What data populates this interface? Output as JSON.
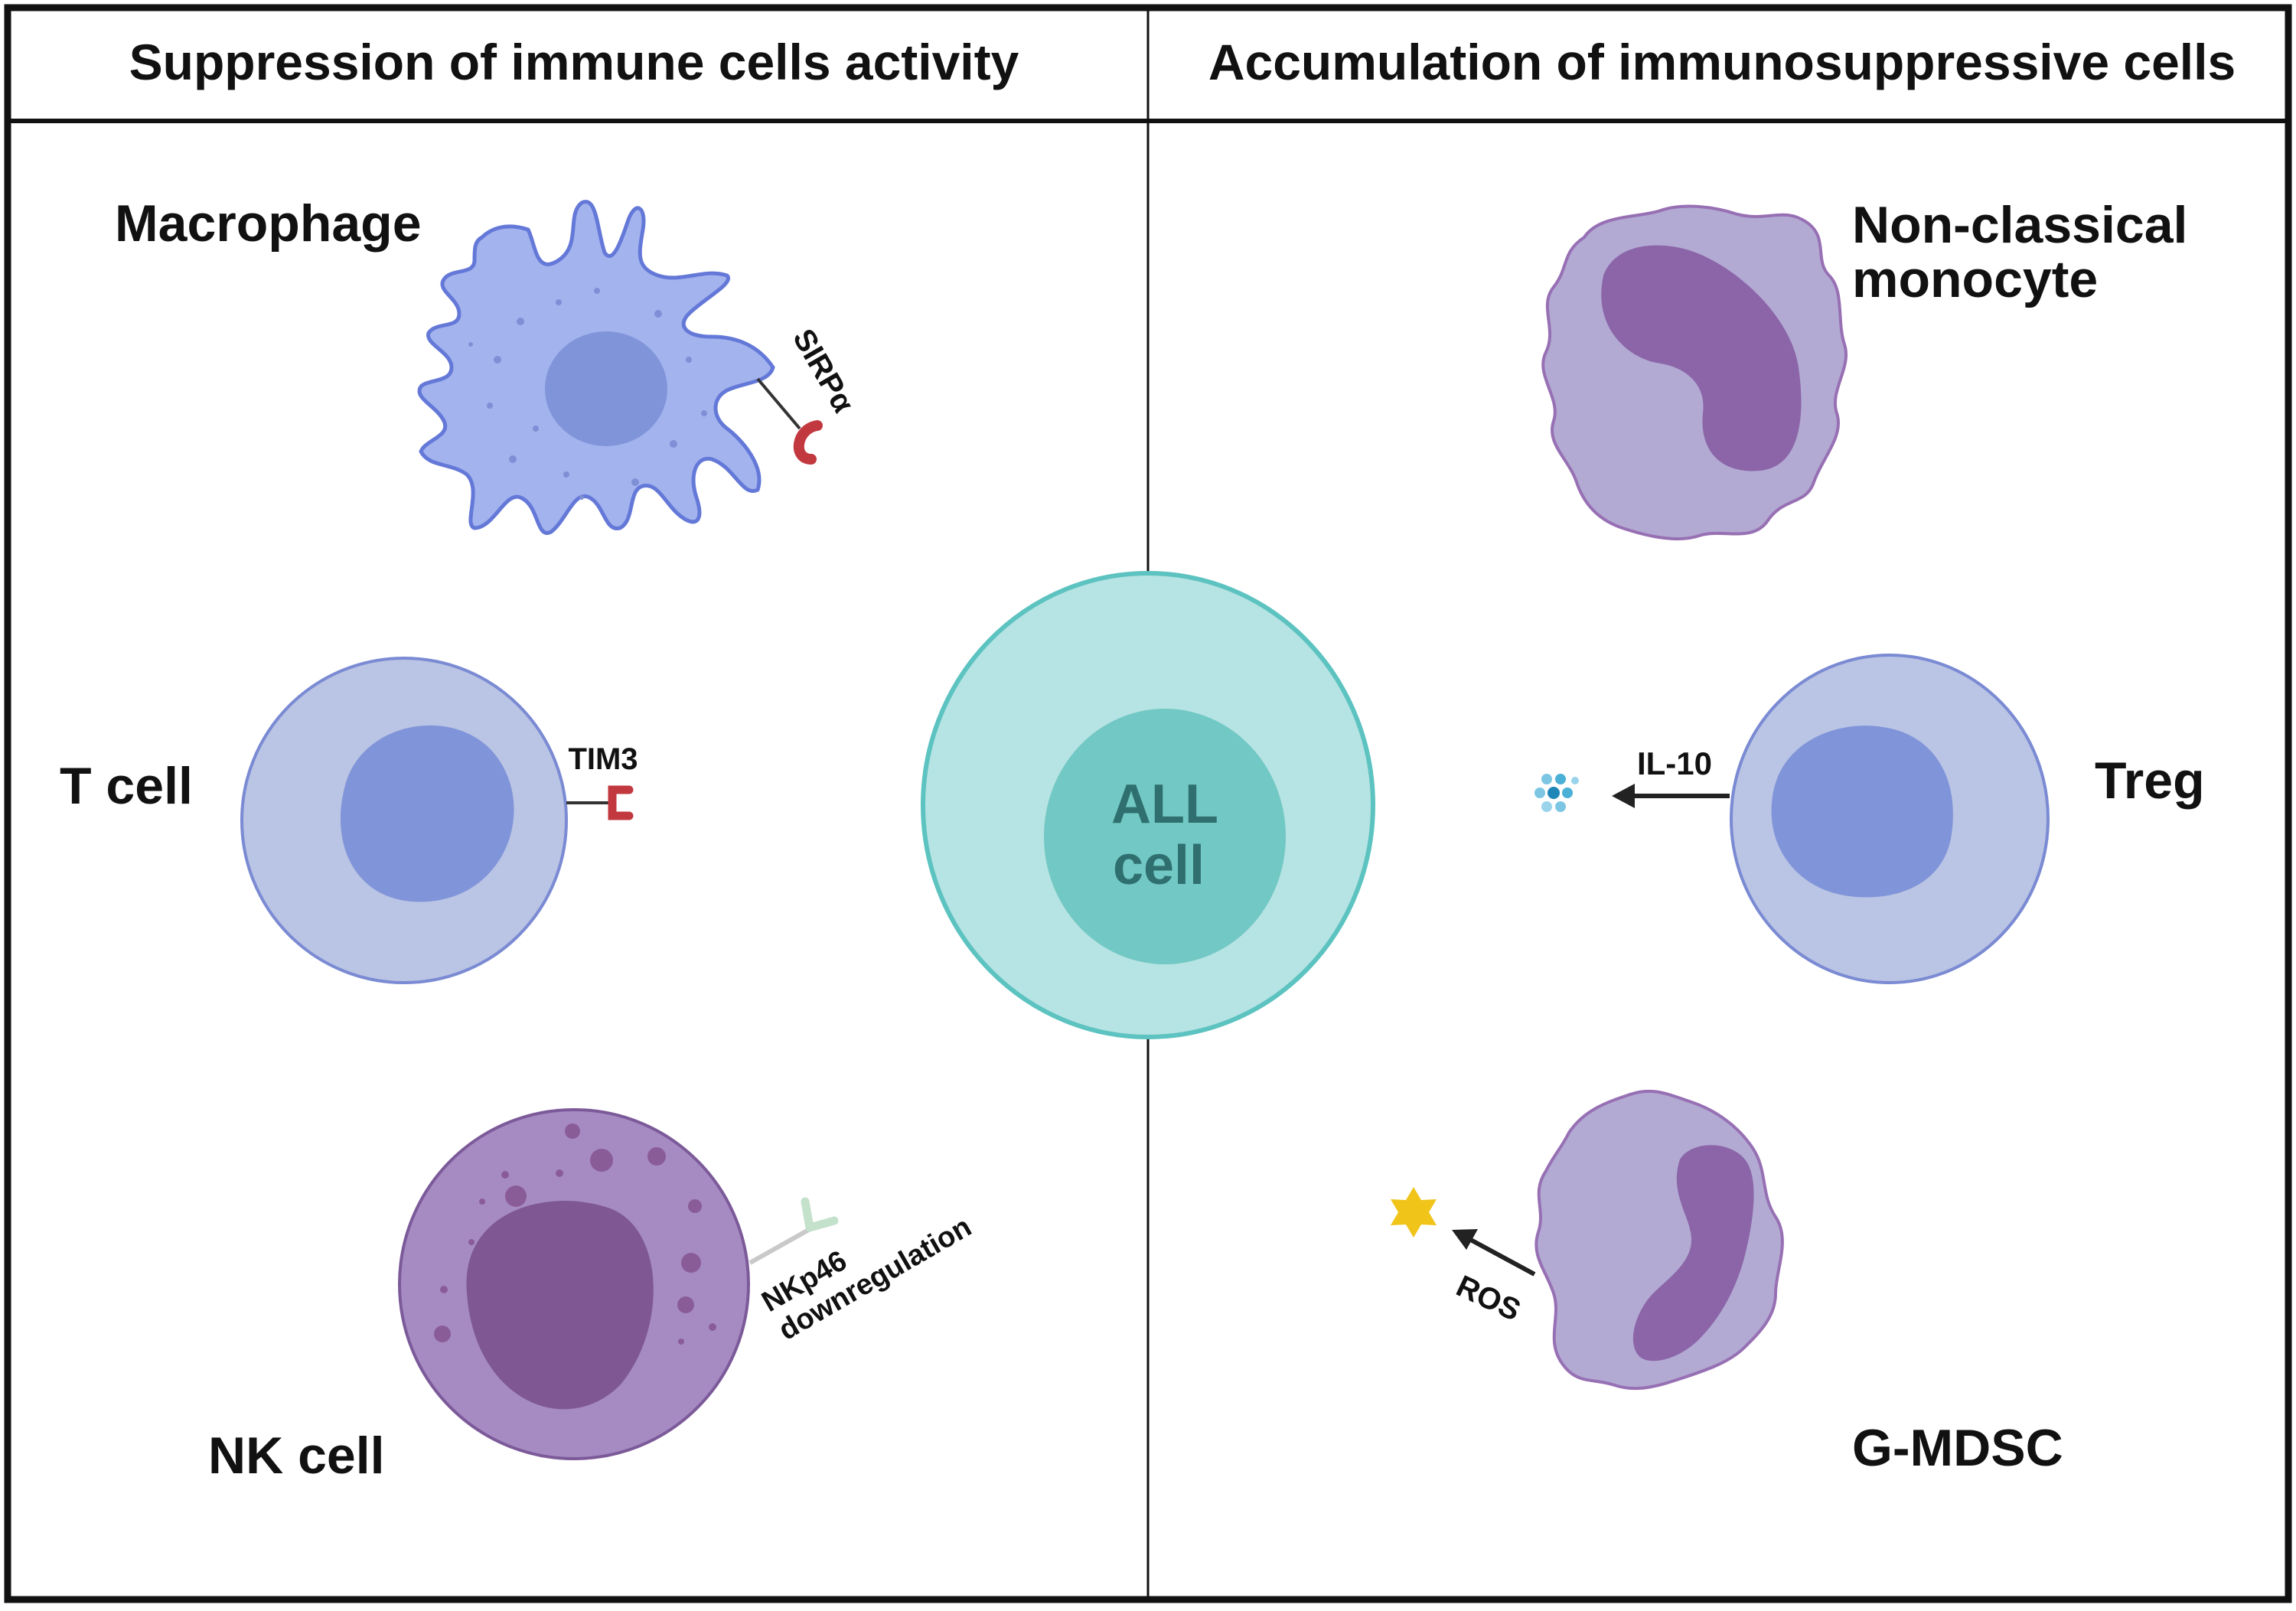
{
  "header": {
    "left_title": "Suppression of immune cells activity",
    "right_title": "Accumulation of immunosuppressive cells"
  },
  "center": {
    "label_line1": "ALL",
    "label_line2": "cell"
  },
  "left_panel": {
    "macrophage": {
      "label": "Macrophage",
      "receptor": "SIRPα"
    },
    "t_cell": {
      "label": "T cell",
      "receptor": "TIM3"
    },
    "nk_cell": {
      "label": "NK cell",
      "receptor_line1": "NKp46",
      "receptor_line2": "downregulation"
    }
  },
  "right_panel": {
    "monocyte": {
      "label_line1": "Non-classical",
      "label_line2": "monocyte"
    },
    "treg": {
      "label": "Treg",
      "secreted": "IL-10"
    },
    "gmdsc": {
      "label": "G-MDSC",
      "secreted": "ROS"
    }
  },
  "colors": {
    "border": "#111111",
    "all_cell_outer": "#b6e3e3",
    "all_cell_edge": "#5cc3c0",
    "all_cell_nucleus": "#72c8c4",
    "all_cell_text": "#2f6f70",
    "macrophage_body": "#a3b3ee",
    "macrophage_edge": "#6478d8",
    "lymphocyte_body": "#bac4e4",
    "lymphocyte_edge": "#7a8ad3",
    "lymphocyte_nucleus": "#8094d9",
    "nk_body": "#a68bc3",
    "nk_nucleus": "#7f5893",
    "myeloid_body": "#b2aad3",
    "myeloid_nucleus": "#8b65a8",
    "receptor_red": "#c2383f",
    "ros_star": "#f0c419",
    "il10_dots": "#4ab0d6"
  }
}
